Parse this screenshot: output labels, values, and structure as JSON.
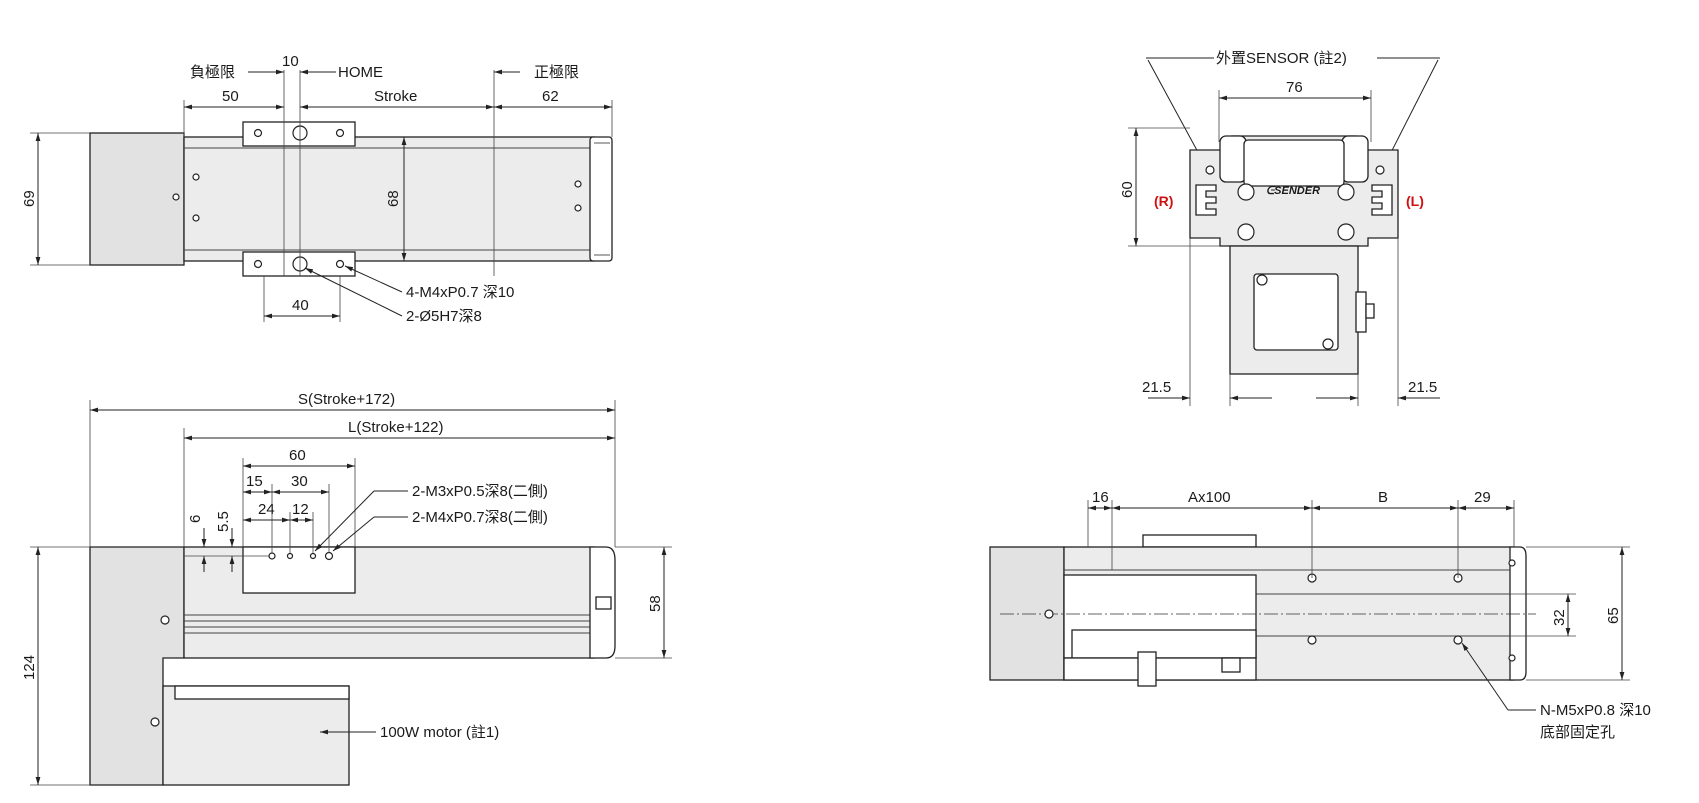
{
  "top_view": {
    "neg_limit": "負極限",
    "home_offset": "10",
    "home": "HOME",
    "pos_limit": "正極限",
    "dim_left": "50",
    "dim_stroke": "Stroke",
    "dim_right": "62",
    "height": "69",
    "rail_height": "68",
    "dim_bottom": "40",
    "callout_tapped": "4-M4xP0.7 深10",
    "callout_pin": "2-Ø5H7深8"
  },
  "side_view": {
    "overall": "S(Stroke+172)",
    "length": "L(Stroke+122)",
    "d60": "60",
    "d15": "15",
    "d30": "30",
    "d24": "24",
    "d12": "12",
    "d6": "6",
    "d5_5": "5.5",
    "height": "124",
    "body_height": "58",
    "callout_m3": "2-M3xP0.5深8(二側)",
    "callout_m4": "2-M4xP0.7深8(二側)",
    "motor": "100W motor (註1)"
  },
  "end_view": {
    "sensor": "外置SENSOR (註2)",
    "width": "76",
    "height": "60",
    "right_mark": "(R)",
    "left_mark": "(L)",
    "offset_left": "21.5",
    "offset_right": "21.5",
    "logo": "ᕮSENDER"
  },
  "bottom_view": {
    "d16": "16",
    "a": "Ax100",
    "b": "B",
    "d29": "29",
    "d32": "32",
    "d65": "65",
    "callout_line1": "N-M5xP0.8 深10",
    "callout_line2": "底部固定孔"
  }
}
